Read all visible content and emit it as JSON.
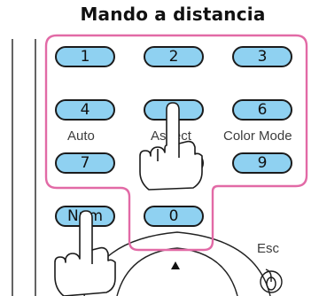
{
  "title": "Mando a distancia",
  "accent": "#e26aa6",
  "key_fill": "#8fd1f1",
  "keypad": {
    "row1": [
      "1",
      "2",
      "3"
    ],
    "row2": [
      "4",
      "5",
      "6"
    ],
    "row3": [
      "7",
      "8",
      "9"
    ],
    "num_label": "Num",
    "zero_label": "0"
  },
  "function_labels": {
    "auto": "Auto",
    "aspect": "Aspect",
    "color_mode": "Color Mode",
    "esc": "Esc"
  },
  "icons": [
    "hand-pointer-icon",
    "mouse-icon",
    "up-arrow-icon"
  ]
}
